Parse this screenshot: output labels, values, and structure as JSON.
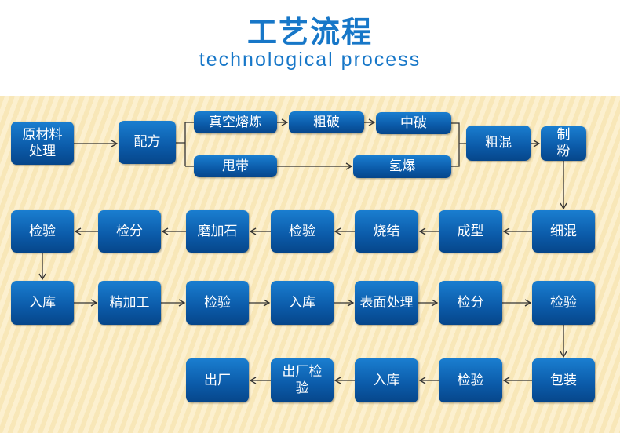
{
  "title": "工艺流程",
  "subtitle": "technological process",
  "steps": {
    "s1": "原材料处理",
    "s2": "配方",
    "s3": "真空熔炼",
    "s4": "粗破",
    "s5": "中破",
    "s6": "甩带",
    "s7": "氢爆",
    "s8": "粗混",
    "s9": "制粉",
    "r2a": "细混",
    "r2b": "成型",
    "r2c": "烧结",
    "r2d": "检验",
    "r2e": "磨加石",
    "r2f": "检分",
    "r2g": "检验",
    "r3a": "入库",
    "r3b": "精加工",
    "r3c": "检验",
    "r3d": "入库",
    "r3e": "表面处理",
    "r3f": "检分",
    "r3g": "检验",
    "r4a": "包装",
    "r4b": "检验",
    "r4c": "入库",
    "r4d": "出厂检验",
    "r4e": "出厂"
  }
}
